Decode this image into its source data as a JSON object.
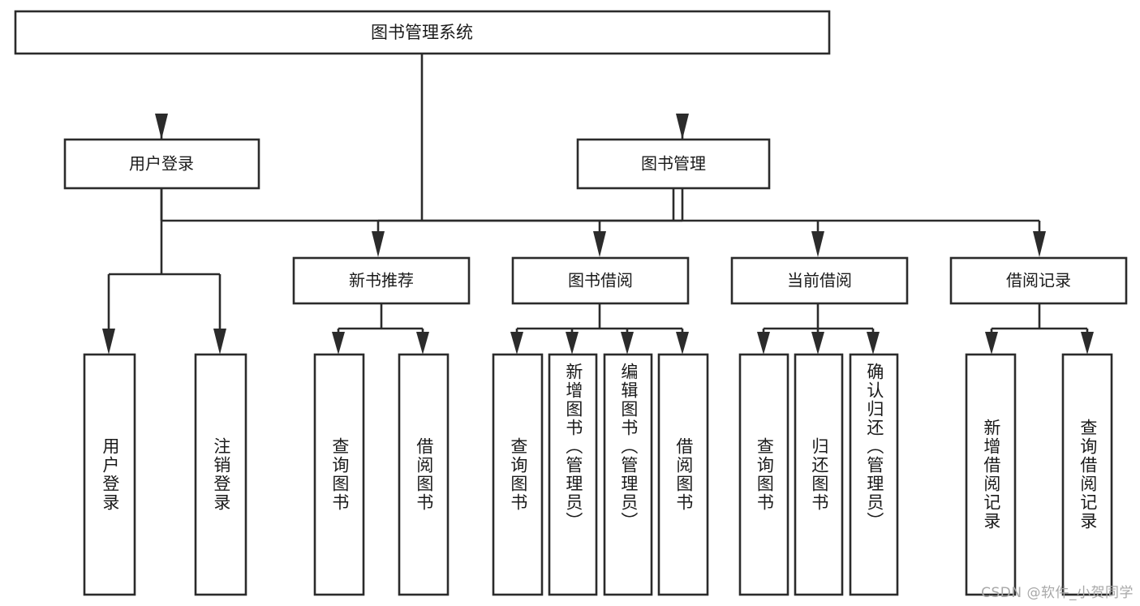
{
  "diagram": {
    "type": "tree-hierarchy-chart",
    "title": "图书管理系统",
    "watermark": "CSDN @软件_小贺同学",
    "colors": {
      "stroke": "#2b2b2b",
      "fill": "#ffffff",
      "text": "#1a1a1a",
      "watermark": "#a8a8a8"
    },
    "root": {
      "label": "图书管理系统",
      "orientation": "horizontal"
    },
    "level2": [
      {
        "id": "user-login",
        "label": "用户登录",
        "orientation": "horizontal"
      },
      {
        "id": "book-manage",
        "label": "图书管理",
        "orientation": "horizontal"
      }
    ],
    "level3": [
      {
        "id": "new-book-recommend",
        "label": "新书推荐",
        "parent": "book-manage",
        "orientation": "horizontal"
      },
      {
        "id": "book-borrow",
        "label": "图书借阅",
        "parent": "book-manage",
        "orientation": "horizontal"
      },
      {
        "id": "current-borrow",
        "label": "当前借阅",
        "parent": "book-manage",
        "orientation": "horizontal"
      },
      {
        "id": "borrow-record",
        "label": "借阅记录",
        "parent": "book-manage",
        "orientation": "horizontal"
      }
    ],
    "leaves": [
      {
        "id": "leaf-user-login",
        "label": "用户登录",
        "parent": "user-login",
        "orientation": "vertical"
      },
      {
        "id": "leaf-user-logout",
        "label": "注销登录",
        "parent": "user-login",
        "orientation": "vertical"
      },
      {
        "id": "leaf-query-book-1",
        "label": "查询图书",
        "parent": "new-book-recommend",
        "orientation": "vertical"
      },
      {
        "id": "leaf-borrow-book-1",
        "label": "借阅图书",
        "parent": "new-book-recommend",
        "orientation": "vertical"
      },
      {
        "id": "leaf-query-book-2",
        "label": "查询图书",
        "parent": "book-borrow",
        "orientation": "vertical"
      },
      {
        "id": "leaf-add-book",
        "label": "新增图书（管理员）",
        "parent": "book-borrow",
        "orientation": "vertical"
      },
      {
        "id": "leaf-edit-book",
        "label": "编辑图书（管理员）",
        "parent": "book-borrow",
        "orientation": "vertical"
      },
      {
        "id": "leaf-borrow-book-2",
        "label": "借阅图书",
        "parent": "book-borrow",
        "orientation": "vertical"
      },
      {
        "id": "leaf-query-book-3",
        "label": "查询图书",
        "parent": "current-borrow",
        "orientation": "vertical"
      },
      {
        "id": "leaf-return-book",
        "label": "归还图书",
        "parent": "current-borrow",
        "orientation": "vertical"
      },
      {
        "id": "leaf-confirm-return",
        "label": "确认归还（管理员）",
        "parent": "current-borrow",
        "orientation": "vertical"
      },
      {
        "id": "leaf-add-record",
        "label": "新增借阅记录",
        "parent": "borrow-record",
        "orientation": "vertical"
      },
      {
        "id": "leaf-query-record",
        "label": "查询借阅记录",
        "parent": "borrow-record",
        "orientation": "vertical"
      }
    ]
  }
}
